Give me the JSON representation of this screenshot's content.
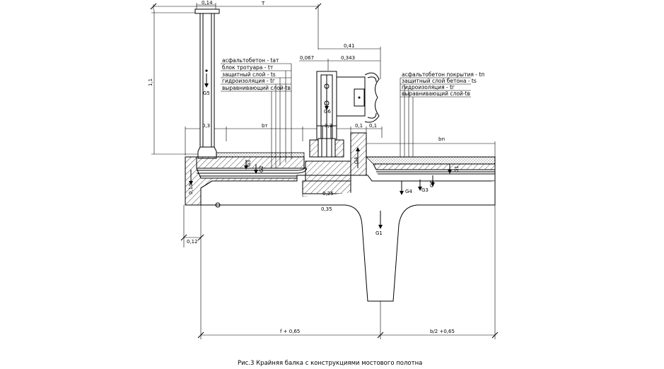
{
  "caption": "Рис.3 Крайняя балка с конструкциями мостового полотна",
  "left_layers": [
    "асфальтобетон - tат",
    "блок тротуара - tт",
    "защитный слой - ts",
    "гидроизоляция - tг",
    "выравнивающий слой-tв"
  ],
  "right_layers": [
    "асфальтобетон покрытия - tп",
    "защитный слой бетона - ts",
    "гидроизоляция - tг",
    "выравнивающий слой-tв"
  ],
  "dims": {
    "d_014": "0,14",
    "d_T": "T",
    "d_11": "1,1",
    "d_041": "0,41",
    "d_0067": "0,067",
    "d_0343": "0,343",
    "d_03a": "0,3",
    "d_bt": "bт",
    "d_03b": "0,3",
    "d_01a": "0,1",
    "d_01b": "0,1",
    "d_bp": "bп",
    "d_025": "0,25",
    "d_035": "0,35",
    "d_012": "0,12",
    "d_010": "0,10",
    "d_f065": "f + 0,65",
    "d_b2": "b/2 +0,65"
  },
  "loads": {
    "g5": "G5",
    "g6": "G6",
    "g1": "G1",
    "g4": "G4",
    "g3": "G3",
    "g2": "G2",
    "g1r": "G1",
    "g3l": "G3",
    "g2l": "G2",
    "g4l": "G4"
  }
}
